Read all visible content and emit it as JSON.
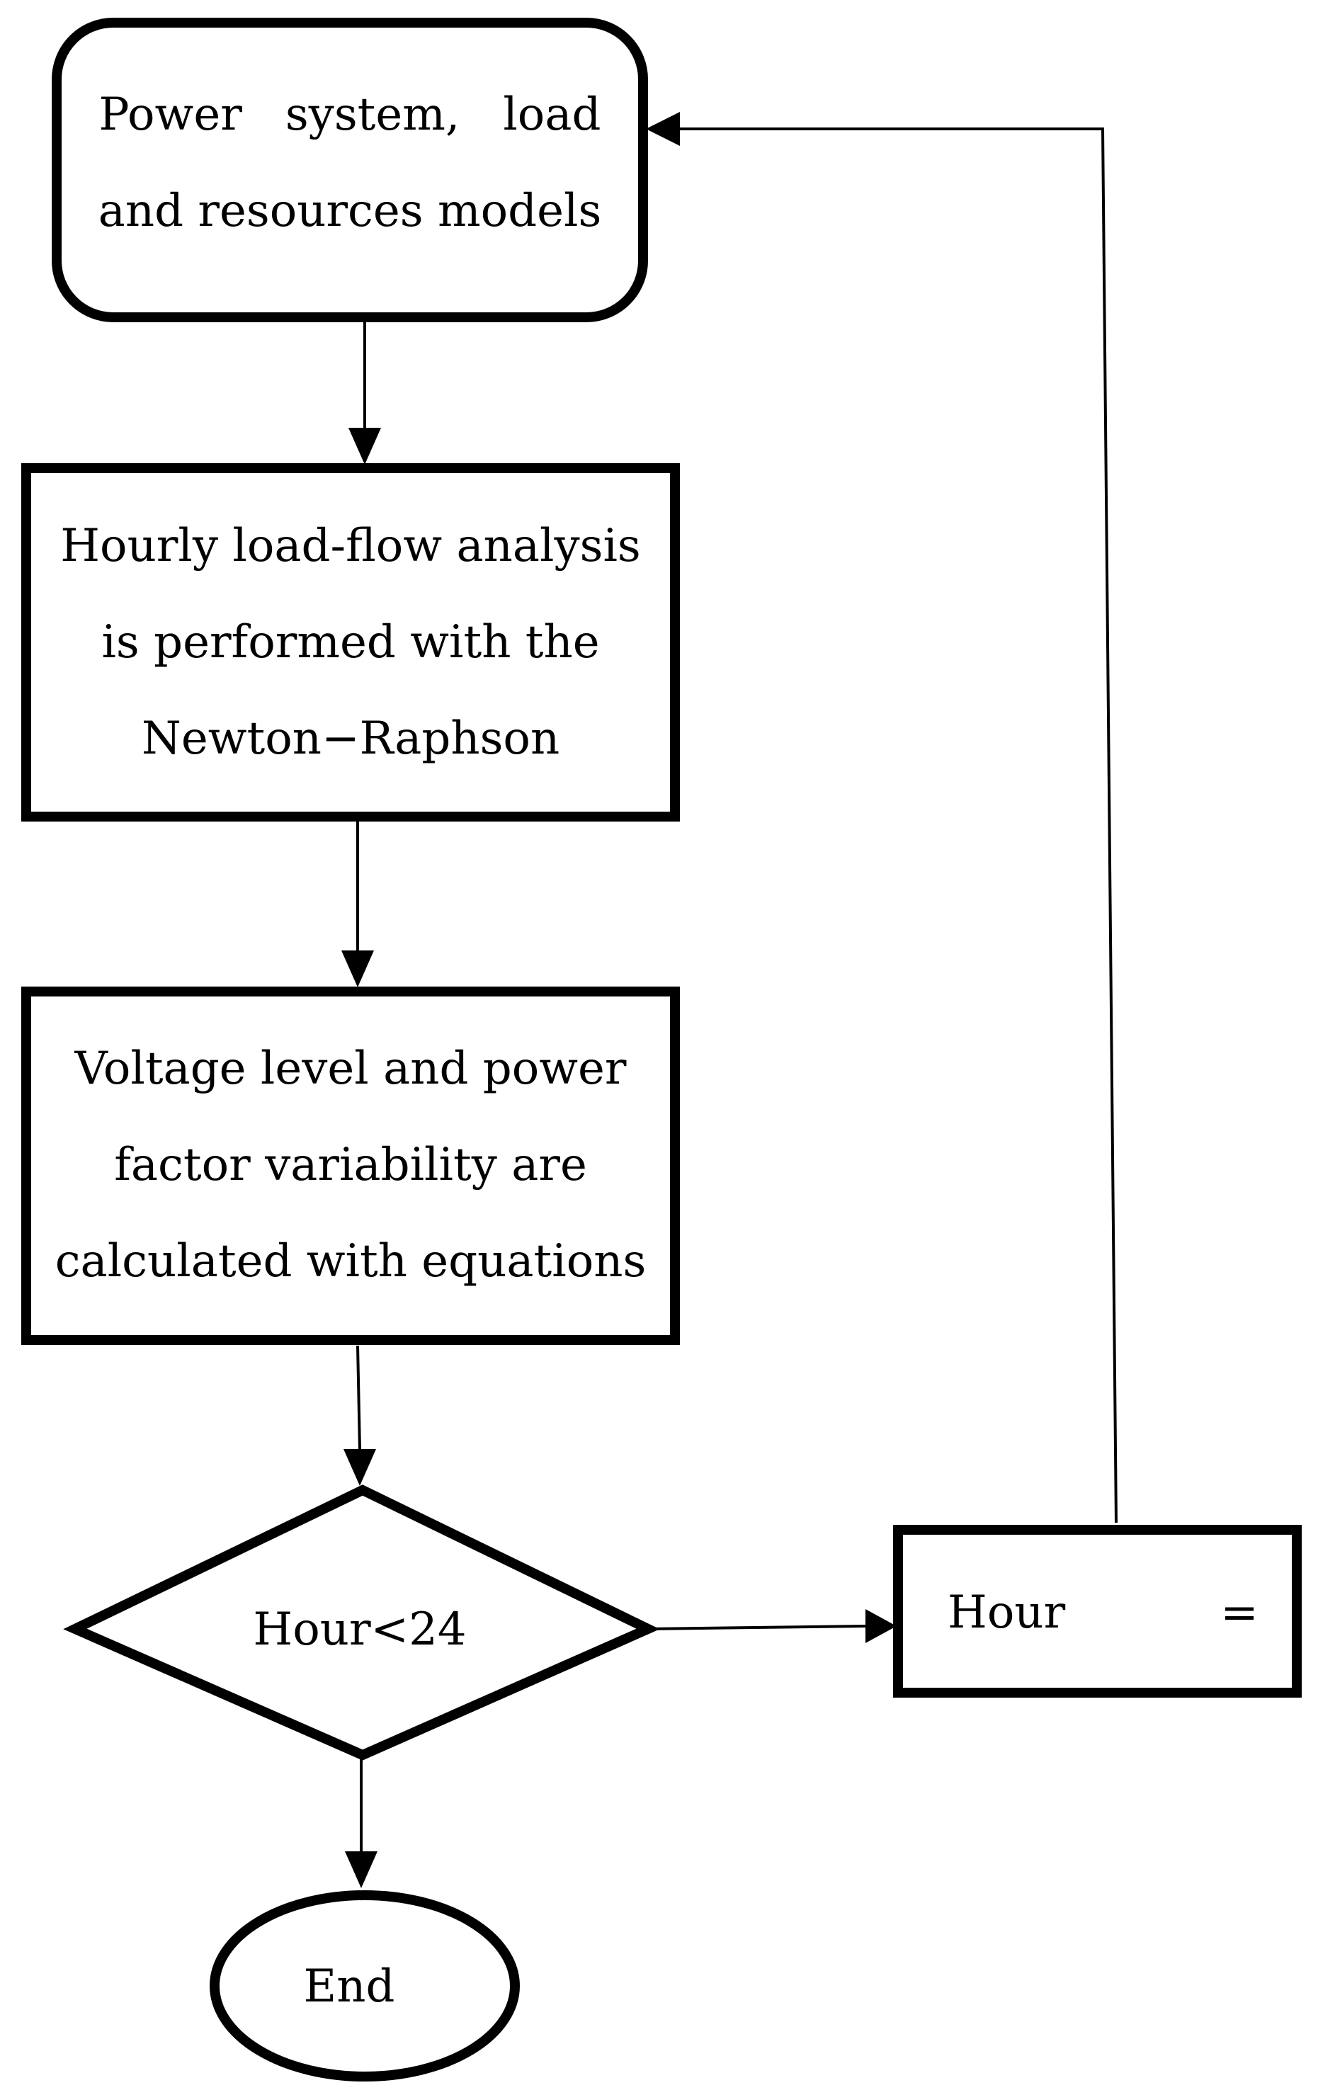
{
  "nodes": {
    "models": {
      "lines": [
        "Power   system,   load",
        "and resources models"
      ]
    },
    "loadflow": {
      "lines": [
        "Hourly load-flow analysis",
        "is performed with the",
        "Newton−Raphson"
      ]
    },
    "voltage": {
      "lines": [
        "Voltage level and power",
        "factor variability are",
        "calculated with equations"
      ]
    },
    "decision": {
      "label": "Hour<24"
    },
    "increment": {
      "label": "Hour",
      "equals": "="
    },
    "end": {
      "label": "End"
    }
  }
}
